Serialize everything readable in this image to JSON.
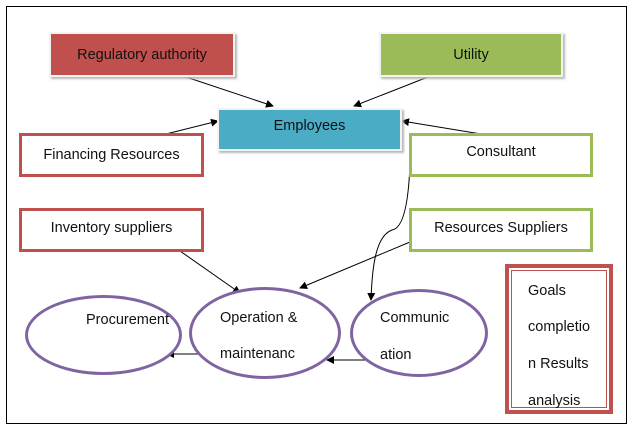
{
  "diagram": {
    "nodes": {
      "regulatory": "Regulatory authority",
      "utility": "Utility",
      "employees": "Employees",
      "financing": "Financing Resources",
      "consultant": "Consultant",
      "inventory": "Inventory suppliers",
      "resources_suppliers": "Resources Suppliers",
      "procurement": "Procurement",
      "operation_line1": "Operation &",
      "operation_line2": "maintenanc",
      "communication_line1": "Communic",
      "communication_line2": "ation",
      "goals_lines": [
        "Goals",
        "completio",
        "n Results",
        "analysis"
      ]
    },
    "edges": [
      {
        "from": "Regulatory authority",
        "to": "Employees"
      },
      {
        "from": "Utility",
        "to": "Employees"
      },
      {
        "from": "Financing Resources",
        "to": "Employees"
      },
      {
        "from": "Consultant",
        "to": "Employees"
      },
      {
        "from": "Consultant",
        "to": "Communication"
      },
      {
        "from": "Inventory suppliers",
        "to": "Operation & maintenance"
      },
      {
        "from": "Resources Suppliers",
        "to": "Operation & maintenance"
      },
      {
        "from": "Operation & maintenance",
        "to": "Procurement"
      },
      {
        "from": "Communication",
        "to": "Operation & maintenance"
      }
    ],
    "colors": {
      "red": "#c0504d",
      "green": "#9bbb59",
      "blue": "#4bacc6",
      "purple": "#8064a2"
    }
  }
}
